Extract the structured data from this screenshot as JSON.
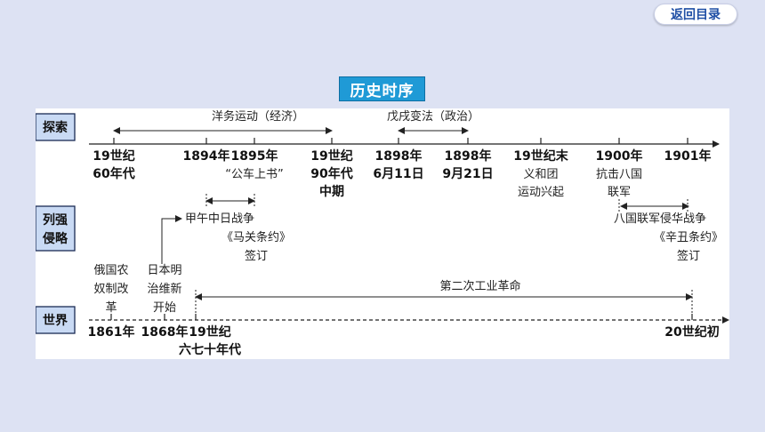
{
  "nav": {
    "back_label": "返回目录"
  },
  "title": "历史时序",
  "rows": {
    "explore": "探索",
    "invasion": [
      "列强",
      "侵略"
    ],
    "world": "世界"
  },
  "explore": {
    "period1": "洋务运动（经济）",
    "period2": "戊戌变法（政治）",
    "ticks": [
      {
        "lines": [
          "19世纪",
          "60年代"
        ]
      },
      {
        "lines": [
          "1894年"
        ]
      },
      {
        "lines": [
          "1895年"
        ]
      },
      {
        "lines": [
          "19世纪",
          "90年代",
          "中期"
        ]
      },
      {
        "lines": [
          "1898年",
          "6月11日"
        ]
      },
      {
        "lines": [
          "1898年",
          "9月21日"
        ]
      },
      {
        "lines": [
          "19世纪末"
        ]
      },
      {
        "lines": [
          "1900年"
        ]
      },
      {
        "lines": [
          "1901年"
        ]
      }
    ],
    "notes": [
      "“公车上书”",
      "义和团",
      "运动兴起",
      "抗击八国",
      "联军"
    ]
  },
  "invasion": {
    "sino_japanese": [
      "甲午中日战争",
      "《马关条约》",
      "签订"
    ],
    "eight_nation": [
      "八国联军侵华战争",
      "《辛丑条约》",
      "签订"
    ]
  },
  "world": {
    "events": [
      {
        "lines": [
          "俄国农",
          "奴制改",
          "革"
        ]
      },
      {
        "lines": [
          "日本明",
          "治维新",
          "开始"
        ]
      }
    ],
    "industrial": "第二次工业革命",
    "ticks": [
      "1861年",
      "1868年",
      "19世纪",
      "六七十年代",
      "20世纪初"
    ]
  }
}
